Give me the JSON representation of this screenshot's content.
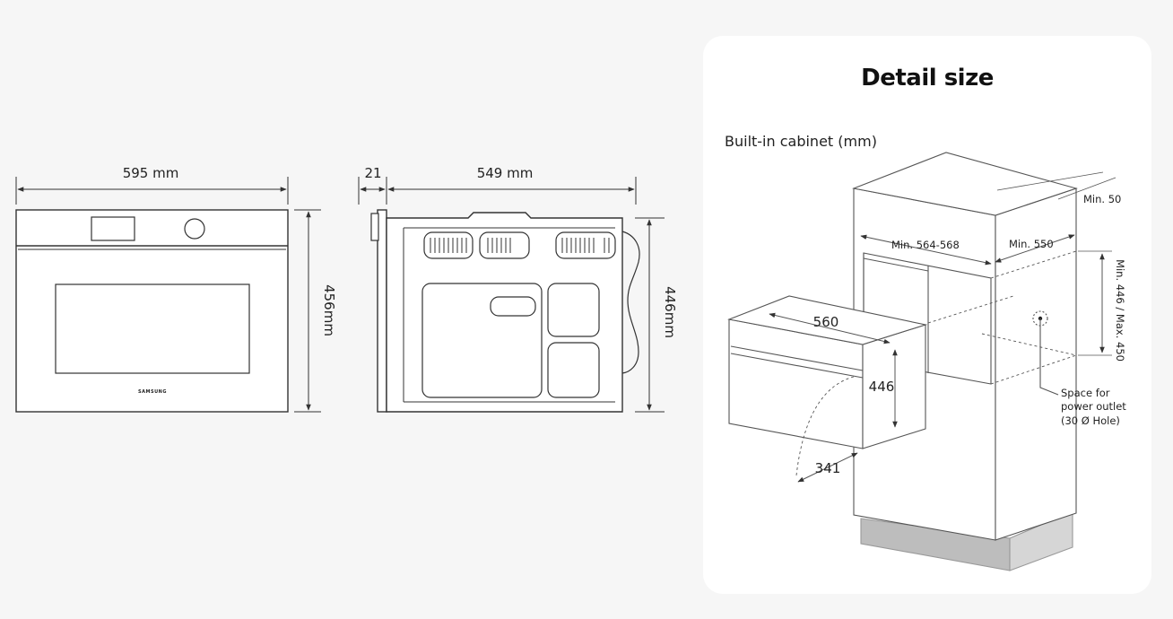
{
  "front_view": {
    "width_label": "595 mm",
    "height_label": "456mm",
    "brand": "SAMSUNG"
  },
  "side_view": {
    "depth_front_label": "21",
    "depth_label": "549 mm",
    "height_label": "446mm"
  },
  "detail": {
    "title": "Detail size",
    "subtitle": "Built-in cabinet (mm)",
    "min_top_gap": "Min. 50",
    "min_width": "Min. 564-568",
    "min_depth": "Min. 550",
    "height_range": "Min. 446 / Max. 450",
    "oven_width": "560",
    "oven_height": "446",
    "door_swing": "341",
    "outlet_line1": "Space for",
    "outlet_line2": "power outlet",
    "outlet_line3": "(30 Ø Hole)"
  }
}
